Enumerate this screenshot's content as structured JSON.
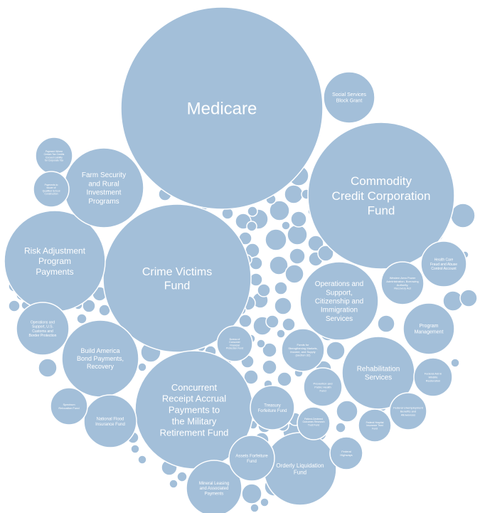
{
  "chart_data": {
    "type": "bubble-pack",
    "colors": {
      "bubble": "#a3bfd9",
      "text": "#ffffff",
      "background": "#ffffff"
    },
    "labeled_bubbles": [
      {
        "name": "Medicare"
      },
      {
        "name": "Commodity Credit Corporation Fund"
      },
      {
        "name": "Crime Victims Fund"
      },
      {
        "name": "Concurrent Receipt Accrual Payments to the Military Retirement Fund"
      },
      {
        "name": "Risk Adjustment Program Payments"
      },
      {
        "name": "Farm Security and Rural Investment Programs"
      },
      {
        "name": "Operations and Support, Citizenship and Immigration Services"
      },
      {
        "name": "Rehabilitation Services"
      },
      {
        "name": "Build America Bond Payments, Recovery Act"
      },
      {
        "name": "Orderly Liquidation Fund"
      },
      {
        "name": "Mineral Leasing and Associated Payments"
      },
      {
        "name": "Social Services Block Grant"
      },
      {
        "name": "National Flood Insurance Fund"
      },
      {
        "name": "Treasury Forfeiture Fund"
      },
      {
        "name": "Assets Forfeiture Fund"
      },
      {
        "name": "Program Management"
      },
      {
        "name": "Health Care Fraud and Abuse Control Account"
      },
      {
        "name": "Operations and Support, U.S. Customs and Border Protection"
      },
      {
        "name": "Funds for Strengthening Markets, Income, and Supply (section 32)"
      },
      {
        "name": "Prevention and Public Health Fund"
      },
      {
        "name": "Western Area Power Administration, Borrowing Authority, Recovery Act"
      },
      {
        "name": "Federal Unemployment Benefits and Allowances"
      },
      {
        "name": "Spectrum Relocation Fund"
      },
      {
        "name": "Federal Aid in Wildlife Restoration"
      },
      {
        "name": "Payment Where Certain Tax Credits Exceed Liability for Corporate Tax"
      },
      {
        "name": "Payments to Issuer of Qualified School Construction Bonds"
      },
      {
        "name": "Federal Hospital Insurance Trust Fund"
      },
      {
        "name": "Federal Highways"
      },
      {
        "name": "Patient-Centered Outcomes Research Trust Fund"
      },
      {
        "name": "Bureau of Consumer Financial Protection Fund"
      }
    ]
  }
}
